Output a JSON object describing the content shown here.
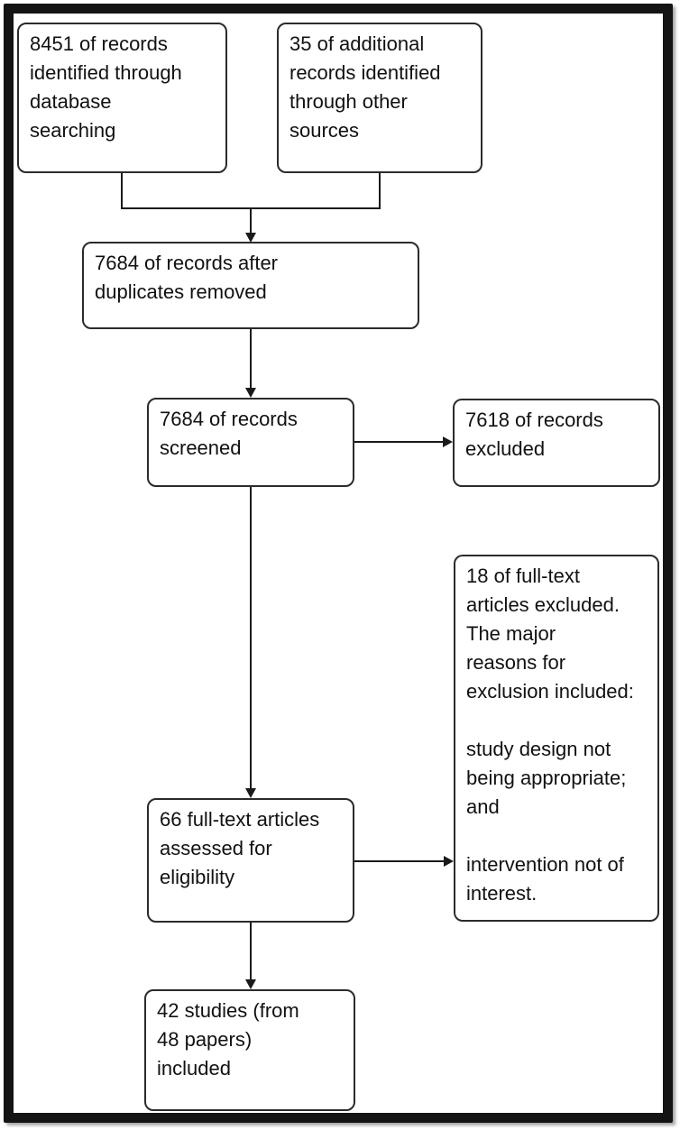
{
  "diagram_type": "flowchart",
  "colors": {
    "background": "#ffffff",
    "box_border": "#2b2b2b",
    "connector_line": "#1a1a1a",
    "outer_frame": "#141414",
    "text": "#111111"
  },
  "nodes": {
    "identified_database": {
      "text": "8451 of records\nidentified through\ndatabase\nsearching"
    },
    "identified_other": {
      "text": "35 of additional\nrecords identified\nthrough other\nsources"
    },
    "after_duplicates": {
      "text": "7684 of records after\nduplicates removed"
    },
    "screened": {
      "text": "7684 of records\nscreened"
    },
    "excluded_screening": {
      "text": "7618 of records\nexcluded"
    },
    "fulltext_excluded": {
      "text": "18 of full-text\narticles excluded.\nThe major\nreasons for\nexclusion included:\n\nstudy design not\nbeing appropriate;\nand\n\nintervention not of\ninterest."
    },
    "fulltext_assessed": {
      "text": "66 full-text articles\nassessed for\neligibility"
    },
    "included": {
      "text": "42 studies (from\n48 papers)\nincluded"
    }
  }
}
